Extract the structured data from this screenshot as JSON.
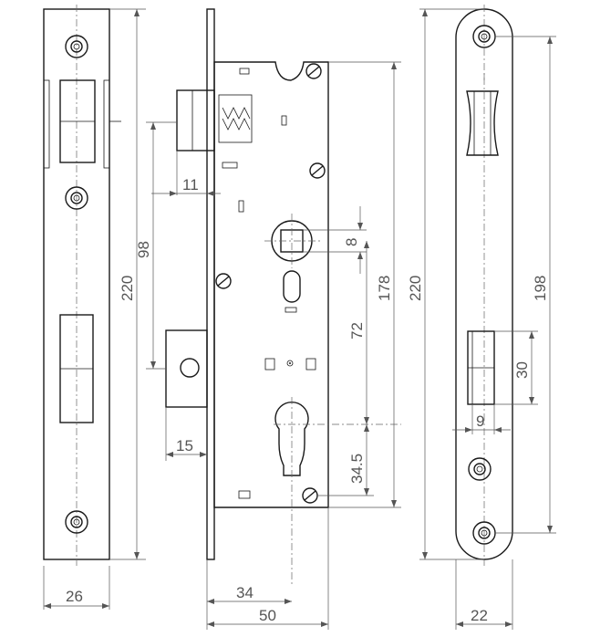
{
  "dimensions": {
    "faceplate_width": "26",
    "faceplate_height": "220",
    "bolt_projection": "11",
    "bolt_to_latch": "98",
    "latch_projection": "15",
    "body_height": "178",
    "spindle_square": "8",
    "spindle_to_cylinder": "72",
    "cylinder_to_screw": "34.5",
    "backset": "34",
    "body_depth": "50",
    "strike_height": "220",
    "strike_hole_spacing": "198",
    "strike_opening": "30",
    "strike_offset": "9",
    "strike_width": "22"
  }
}
